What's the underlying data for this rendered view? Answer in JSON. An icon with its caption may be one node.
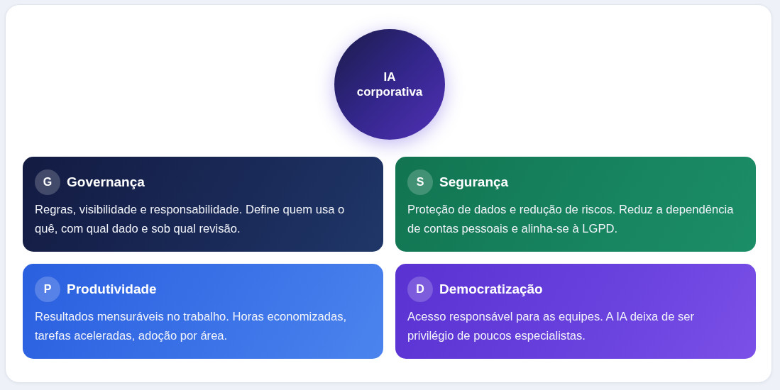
{
  "diagram": {
    "nodes": [
      {
        "text": [
          "IA corporativa"
        ]
      },
      {
        "text": [
          "Governança",
          "Regras, visibilidade e responsabilidade. Define quem usa o quê, com qual dado e sob qual revisão."
        ]
      },
      {
        "text": [
          "G"
        ],
        "in": 1
      },
      {
        "text": [
          "Segurança",
          "Proteção de dados e redução de riscos. Reduz a dependência de contas pessoais e alinha-se à LGPD."
        ]
      },
      {
        "text": [
          "S"
        ],
        "in": 3
      },
      {
        "text": [
          "Produtividade",
          "Resultados mensuráveis no trabalho. Horas economizadas, tarefas aceleradas, adoção por área."
        ]
      },
      {
        "text": [
          "P"
        ],
        "in": 5
      },
      {
        "text": [
          "Democratização",
          "Acesso responsável para as equipes. A IA deixa de ser privilégio de poucos especialistas."
        ]
      },
      {
        "text": [
          "D"
        ],
        "in": 7
      }
    ]
  }
}
